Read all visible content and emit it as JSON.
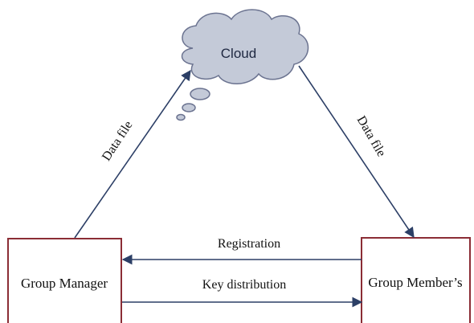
{
  "nodes": {
    "cloud": {
      "label": "Cloud"
    },
    "group_manager": {
      "label": "Group Manager"
    },
    "group_members": {
      "label": "Group Member’s"
    }
  },
  "edges": {
    "manager_to_cloud": {
      "label": "Data file"
    },
    "cloud_to_members": {
      "label": "Data file"
    },
    "registration": {
      "label": "Registration"
    },
    "key_distribution": {
      "label": "Key distribution"
    }
  },
  "colors": {
    "box_border": "#8b2d35",
    "arrow": "#2c3f66",
    "cloud_fill": "#c4cad8"
  }
}
